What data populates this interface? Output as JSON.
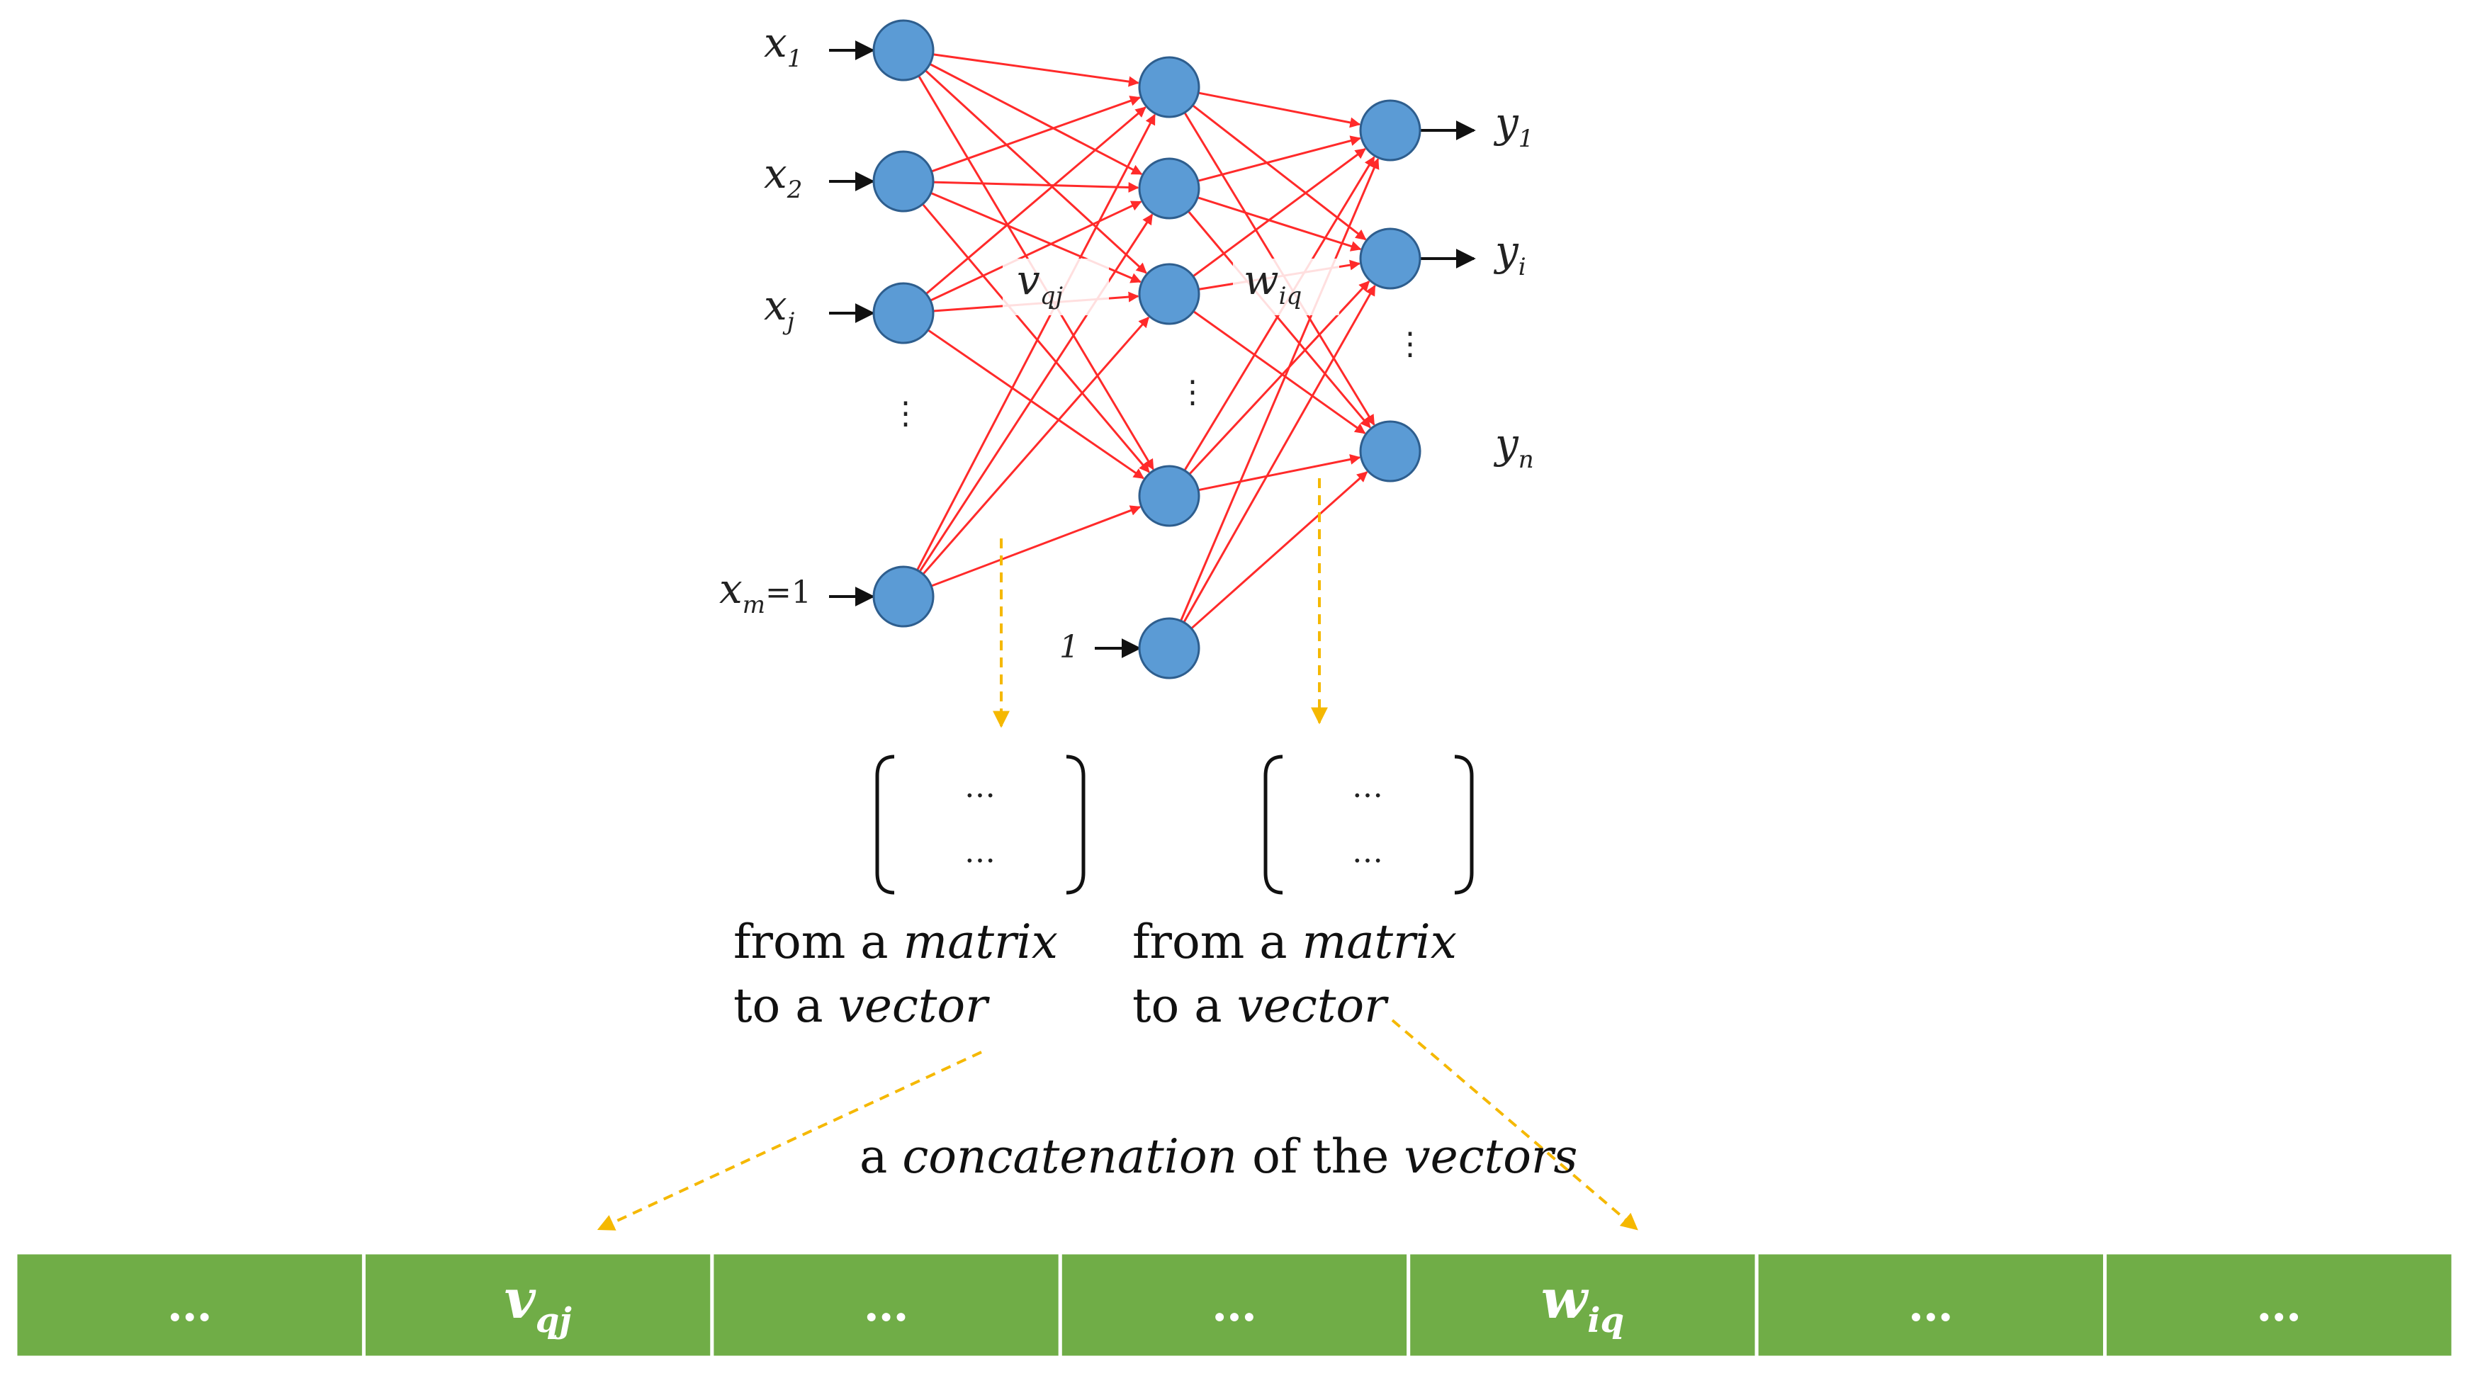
{
  "network": {
    "input_labels": [
      {
        "base": "x",
        "sub": "1",
        "suffix": ""
      },
      {
        "base": "x",
        "sub": "2",
        "suffix": ""
      },
      {
        "base": "x",
        "sub": "j",
        "suffix": ""
      },
      {
        "base": "x",
        "sub": "m",
        "suffix": "=1"
      }
    ],
    "output_labels": [
      {
        "base": "y",
        "sub": "1"
      },
      {
        "base": "y",
        "sub": "i"
      },
      {
        "base": "y",
        "sub": "n"
      }
    ],
    "bias_label": "1",
    "weight_v": {
      "base": "v",
      "sub": "qj"
    },
    "weight_w": {
      "base": "w",
      "sub": "iq"
    },
    "ellipsis_vertical": "⋮",
    "colors": {
      "node": "#5B9BD5",
      "node_stroke": "#2E5E8E",
      "edge": "#FF2A2A",
      "arrow_dashed": "#F5B800"
    }
  },
  "matrix": {
    "row1": "…",
    "row2": "…"
  },
  "captions": {
    "left": {
      "line1_a": "from a ",
      "line1_b": "matrix",
      "line2_a": "to a ",
      "line2_b": "vector"
    },
    "right": {
      "line1_a": "from a ",
      "line1_b": "matrix",
      "line2_a": "to a ",
      "line2_b": "vector"
    },
    "concat": {
      "a": "a ",
      "b": "concatenation",
      "c": " of the ",
      "d": "vectors"
    }
  },
  "vector_bar": {
    "color": "#70AD47",
    "cells": [
      {
        "text": "…",
        "sub": ""
      },
      {
        "text": "v",
        "sub": "qj"
      },
      {
        "text": "…",
        "sub": ""
      },
      {
        "text": "…",
        "sub": ""
      },
      {
        "text": "w",
        "sub": "iq"
      },
      {
        "text": "…",
        "sub": ""
      },
      {
        "text": "…",
        "sub": ""
      }
    ]
  }
}
